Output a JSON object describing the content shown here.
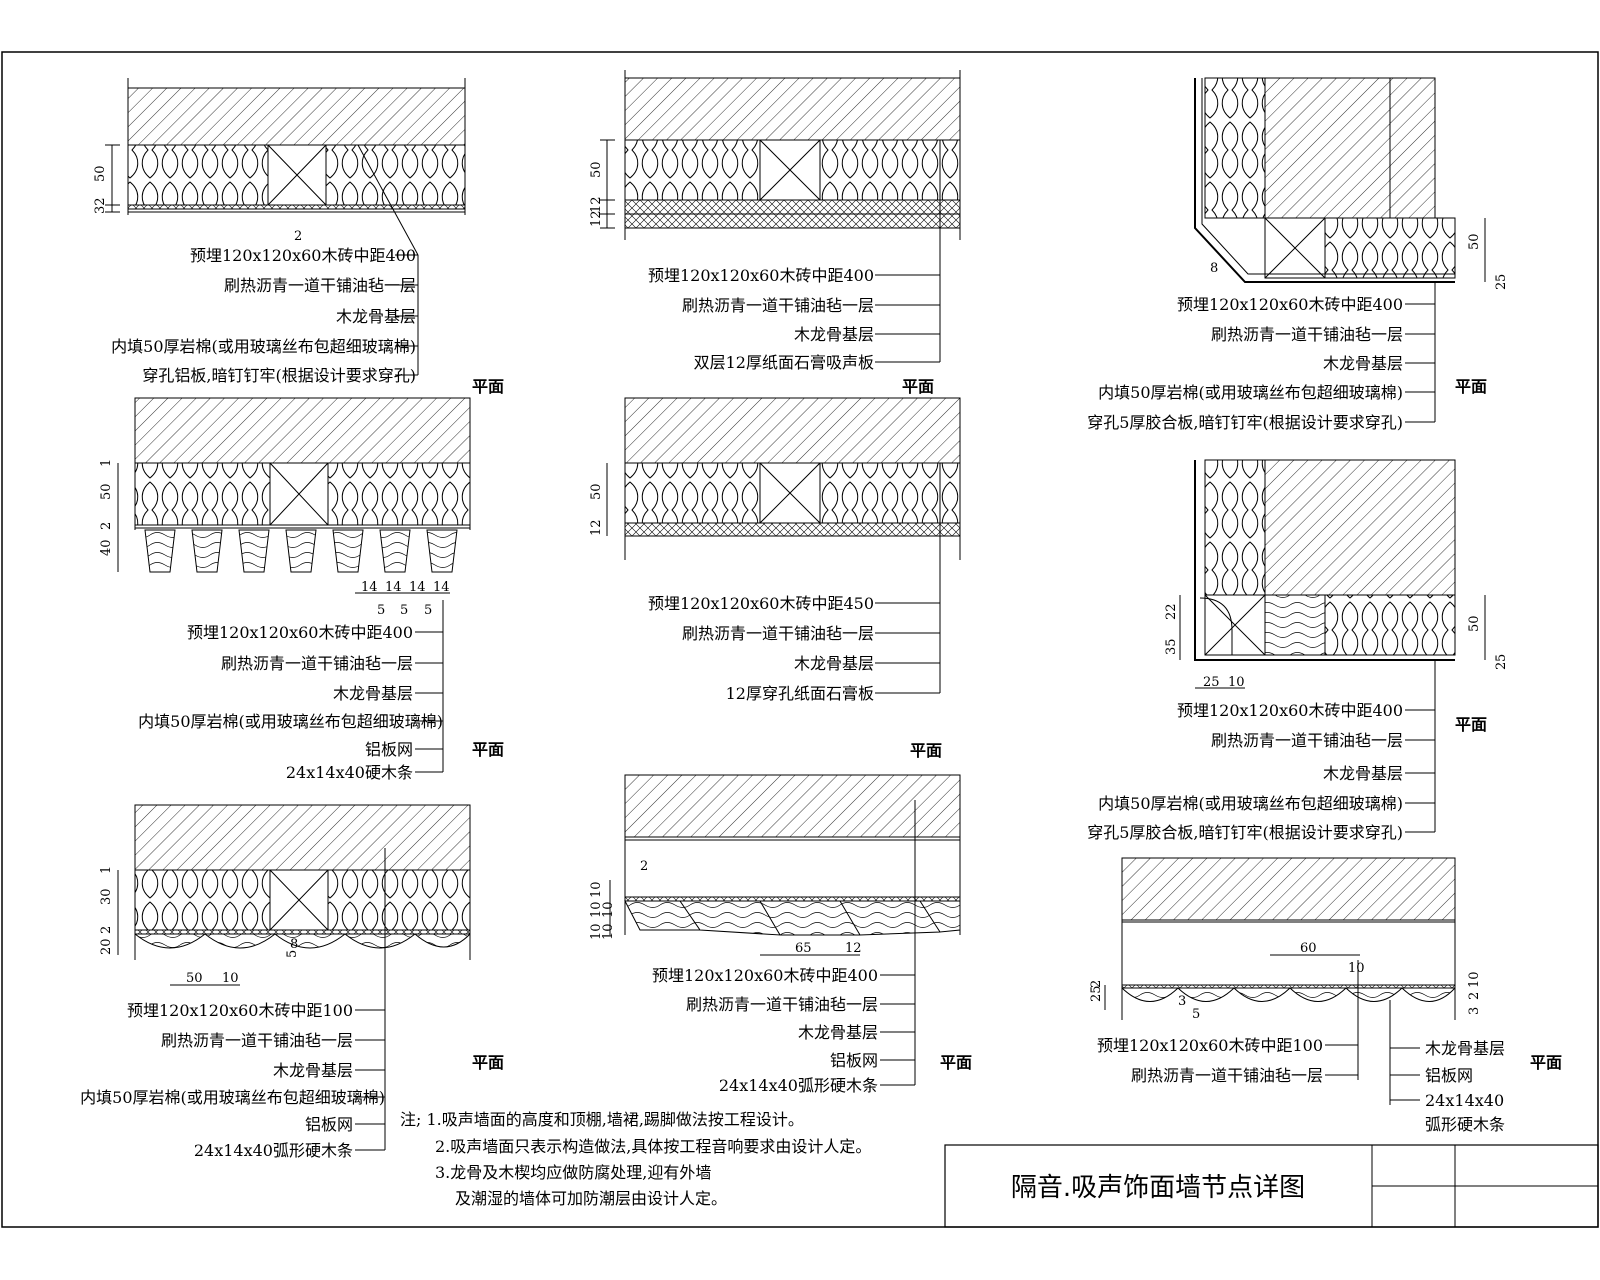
{
  "title": "隔音.吸声饰面墙节点详图",
  "plan_label": "平面",
  "details": [
    {
      "id": "d1",
      "dims": [
        "50",
        "32",
        "2"
      ],
      "labels": [
        "预埋120x120x60木砖中距400",
        "刷热沥青一道干铺油毡一层",
        "木龙骨基层",
        "内填50厚岩棉(或用玻璃丝布包超细玻璃棉)",
        "穿孔铝板,暗钉钉牢(根据设计要求穿孔)"
      ]
    },
    {
      "id": "d2",
      "dims": [
        "50",
        "12",
        "12"
      ],
      "labels": [
        "预埋120x120x60木砖中距400",
        "刷热沥青一道干铺油毡一层",
        "木龙骨基层",
        "双层12厚纸面石膏吸声板"
      ]
    },
    {
      "id": "d3",
      "dims": [
        "50",
        "5",
        "2",
        "8"
      ],
      "labels": [
        "预埋120x120x60木砖中距400",
        "刷热沥青一道干铺油毡一层",
        "木龙骨基层",
        "内填50厚岩棉(或用玻璃丝布包超细玻璃棉)",
        "穿孔5厚胶合板,暗钉钉牢(根据设计要求穿孔)"
      ]
    },
    {
      "id": "d4",
      "dims": [
        "1",
        "50",
        "2",
        "40",
        "14",
        "14",
        "14",
        "14",
        "5",
        "5",
        "5"
      ],
      "labels": [
        "预埋120x120x60木砖中距400",
        "刷热沥青一道干铺油毡一层",
        "木龙骨基层",
        "内填50厚岩棉(或用玻璃丝布包超细玻璃棉)",
        "铝板网",
        "24x14x40硬木条"
      ]
    },
    {
      "id": "d5",
      "dims": [
        "50",
        "12"
      ],
      "labels": [
        "预埋120x120x60木砖中距450",
        "刷热沥青一道干铺油毡一层",
        "木龙骨基层",
        "12厚穿孔纸面石膏板"
      ]
    },
    {
      "id": "d6",
      "dims": [
        "22",
        "35",
        "25",
        "10",
        "50",
        "5",
        "2"
      ],
      "labels": [
        "预埋120x120x60木砖中距400",
        "刷热沥青一道干铺油毡一层",
        "木龙骨基层",
        "内填50厚岩棉(或用玻璃丝布包超细玻璃棉)",
        "穿孔5厚胶合板,暗钉钉牢(根据设计要求穿孔)"
      ]
    },
    {
      "id": "d7",
      "dims": [
        "1",
        "30",
        "2",
        "20",
        "50",
        "10",
        "5",
        "8"
      ],
      "labels": [
        "预埋120x120x60木砖中距100",
        "刷热沥青一道干铺油毡一层",
        "木龙骨基层",
        "内填50厚岩棉(或用玻璃丝布包超细玻璃棉)",
        "铝板网",
        "24x14x40弧形硬木条"
      ]
    },
    {
      "id": "d8",
      "dims": [
        "2",
        "10",
        "10",
        "10",
        "10",
        "10",
        "65",
        "12"
      ],
      "labels": [
        "预埋120x120x60木砖中距400",
        "刷热沥青一道干铺油毡一层",
        "木龙骨基层",
        "铝板网",
        "24x14x40弧形硬木条"
      ]
    },
    {
      "id": "d9",
      "dims": [
        "60",
        "10",
        "25",
        "2",
        "3",
        "2",
        "10",
        "3",
        "5"
      ],
      "labels": [
        "预埋120x120x60木砖中距100",
        "刷热沥青一道干铺油毡一层",
        "木龙骨基层",
        "铝板网",
        "24x14x40",
        "弧形硬木条"
      ]
    }
  ],
  "notes": [
    "注; 1.吸声墙面的高度和顶棚,墙裙,踢脚做法按工程设计。",
    "2.吸声墙面只表示构造做法,具体按工程音响要求由设计人定。",
    "3.龙骨及木楔均应做防腐处理,迎有外墙",
    "及潮湿的墙体可加防潮层由设计人定。"
  ],
  "colors": {
    "ink": "#000000",
    "paper": "#ffffff"
  }
}
